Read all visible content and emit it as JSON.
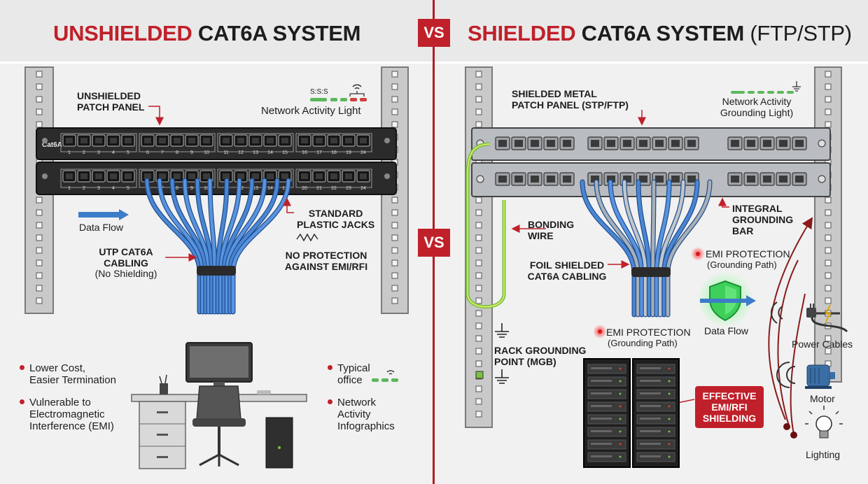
{
  "header": {
    "left_title_red": "UNSHIELDED",
    "left_title_rest": "CAT6A SYSTEM",
    "vs": "VS",
    "right_title_red": "SHIELDED",
    "right_title_rest": "CAT6A SYSTEM",
    "right_title_paren": "(FTP/STP)"
  },
  "left": {
    "patch_panel_label": "UNSHIELDED\nPATCH PANEL",
    "activity_label": "Network Activity Light",
    "activity_code": "S:S:S",
    "brand": "Cat6A",
    "port_numbers_top": [
      "1",
      "2",
      "3",
      "4",
      "5",
      "6",
      "7",
      "8",
      "9",
      "10",
      "11",
      "12",
      "13",
      "14",
      "15",
      "16",
      "17",
      "18",
      "19",
      "24"
    ],
    "port_numbers_bottom": [
      "1",
      "2",
      "3",
      "4",
      "5",
      "6",
      "7",
      "8",
      "9",
      "10",
      "11",
      "12",
      "13",
      "14",
      "19",
      "20",
      "21",
      "22",
      "23",
      "24"
    ],
    "data_flow": "Data Flow",
    "standard_jacks": "STANDARD\nPLASTIC JACKS",
    "utp_label": "UTP CAT6A\nCABLING",
    "utp_sub": "(No Shielding)",
    "no_protection": "NO PROTECTION\nAGAINST EMI/RFI",
    "bullets_left": [
      "Lower Cost,\nEasier Termination",
      "Vulnerable to\nElectromagnetic\nInterference (EMI)"
    ],
    "bullets_right": [
      "Typical\noffice",
      "Network\nActivity\nInfographics"
    ]
  },
  "right": {
    "patch_panel_label": "SHIELDED METAL\nPATCH PANEL (STP/FTP)",
    "activity_label": "Network Activity\nGrounding Light)",
    "bonding": "BONDING\nWIRE",
    "integral": "INTEGRAL\nGROUNDING\nBAR",
    "foil_label": "FOIL SHIELDED\nCAT6A CABLING",
    "emi_top": "EMI PROTECTION",
    "emi_top_sub": "(Grounding Path)",
    "emi_mid": "EMI PROTECTION",
    "emi_mid_sub": "(Grounding Path)",
    "data_flow": "Data Flow",
    "rack_ground": "RACK GROUNDING\nPOINT (MGB)",
    "effective": "EFFECTIVE\nEMI/RFI\nSHIELDING",
    "power": "Power Cables",
    "motor": "Motor",
    "lighting": "Lighting"
  },
  "colors": {
    "accent_red": "#c0202a",
    "cable_blue": "#3d7cc9",
    "panel_dark": "#2b2b2b",
    "panel_metal": "#b9bcc0",
    "ground_green": "#7bc043",
    "shield_green": "#3ecf5a"
  },
  "icons": [
    "arrow-right-icon",
    "ground-icon",
    "shield-icon",
    "plug-icon",
    "motor-icon",
    "bulb-icon",
    "server-rack-icon",
    "desk-icon",
    "wifi-icon"
  ]
}
